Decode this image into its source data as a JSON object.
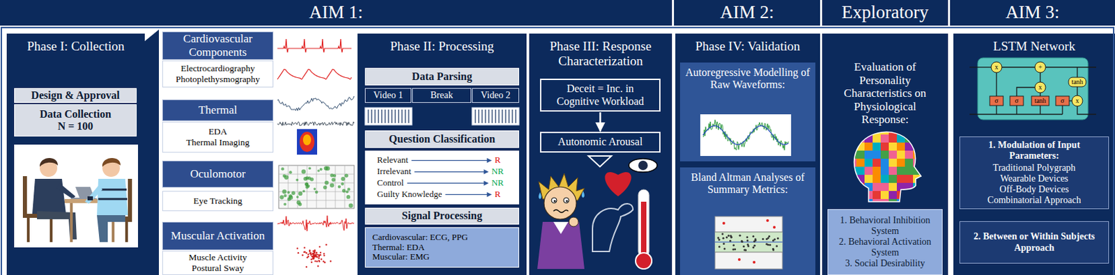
{
  "diagram": {
    "nodes": [
      {
        "text": [
          "AIM 1:"
        ]
      },
      {
        "text": [
          "AIM 2:"
        ]
      },
      {
        "text": [
          "Exploratory"
        ]
      },
      {
        "text": [
          "AIM 3:"
        ]
      },
      {
        "text": [
          "Phase I: Collection"
        ]
      },
      {
        "text": [
          "Design & Approval"
        ],
        "in": 4
      },
      {
        "text": [
          "Data Collection",
          "N = 100"
        ],
        "in": 4
      },
      {
        "text": [
          "Cardiovascular Components"
        ]
      },
      {
        "text": [
          "Electrocardiography",
          "Photoplethysmography"
        ]
      },
      {
        "text": [
          "Thermal"
        ]
      },
      {
        "text": [
          "EDA",
          "Thermal Imaging"
        ]
      },
      {
        "text": [
          "Oculomotor"
        ]
      },
      {
        "text": [
          "Eye Tracking"
        ]
      },
      {
        "text": [
          "Muscular Activation"
        ]
      },
      {
        "text": [
          "Muscle Activity",
          "Postural Sway"
        ]
      },
      {
        "text": [
          "Phase II: Processing"
        ]
      },
      {
        "text": [
          "Data Parsing"
        ],
        "in": 15
      },
      {
        "text": [
          "Video 1"
        ],
        "in": 15
      },
      {
        "text": [
          "Break"
        ],
        "in": 15
      },
      {
        "text": [
          "Video 2"
        ],
        "in": 15
      },
      {
        "text": [
          "Question Classification"
        ],
        "in": 15
      },
      {
        "text": [
          "Relevant",
          "R",
          "Irrelevant",
          "NR",
          "Control",
          "NR",
          "Guilty Knowledge",
          "R"
        ],
        "in": 15
      },
      {
        "text": [
          "Signal Processing"
        ],
        "in": 15
      },
      {
        "text": [
          "Cardiovascular: ECG, PPG",
          "Thermal: EDA",
          "Muscular: EMG"
        ],
        "in": 15
      },
      {
        "text": [
          "Phase III: Response Characterization"
        ]
      },
      {
        "text": [
          "Deceit = Inc. in Cognitive Workload"
        ],
        "in": 24
      },
      {
        "text": [
          "Autonomic Arousal"
        ],
        "in": 24
      },
      {
        "text": [
          "Phase IV: Validation"
        ]
      },
      {
        "text": [
          "Autoregressive Modelling of Raw Waveforms:"
        ],
        "in": 27
      },
      {
        "text": [
          "Bland Altman Analyses of Summary Metrics:"
        ],
        "in": 27
      },
      {
        "text": [
          "Evaluation of Personality Characteristics on Physiological Response:"
        ]
      },
      {
        "text": [
          "1. Behavioral Inhibition System",
          "2. Behavioral Activation System",
          "3. Social Desirability"
        ],
        "in": 30
      },
      {
        "text": [
          "LSTM Network"
        ]
      },
      {
        "text": [
          "1. Modulation of Input Parameters:",
          "Traditional Polygraph",
          "Wearable Devices",
          "Off-Body Devices",
          "Combinatorial Approach"
        ],
        "in": 32
      },
      {
        "text": [
          "2. Between or Within Subjects Approach"
        ],
        "in": 32
      }
    ],
    "edges": [
      {
        "from": 25,
        "to": 26,
        "arrow": "to"
      }
    ],
    "labels": [
      "x",
      "+",
      "x",
      "σ",
      "σ",
      "tanh",
      "σ",
      "tanh",
      "x"
    ]
  }
}
